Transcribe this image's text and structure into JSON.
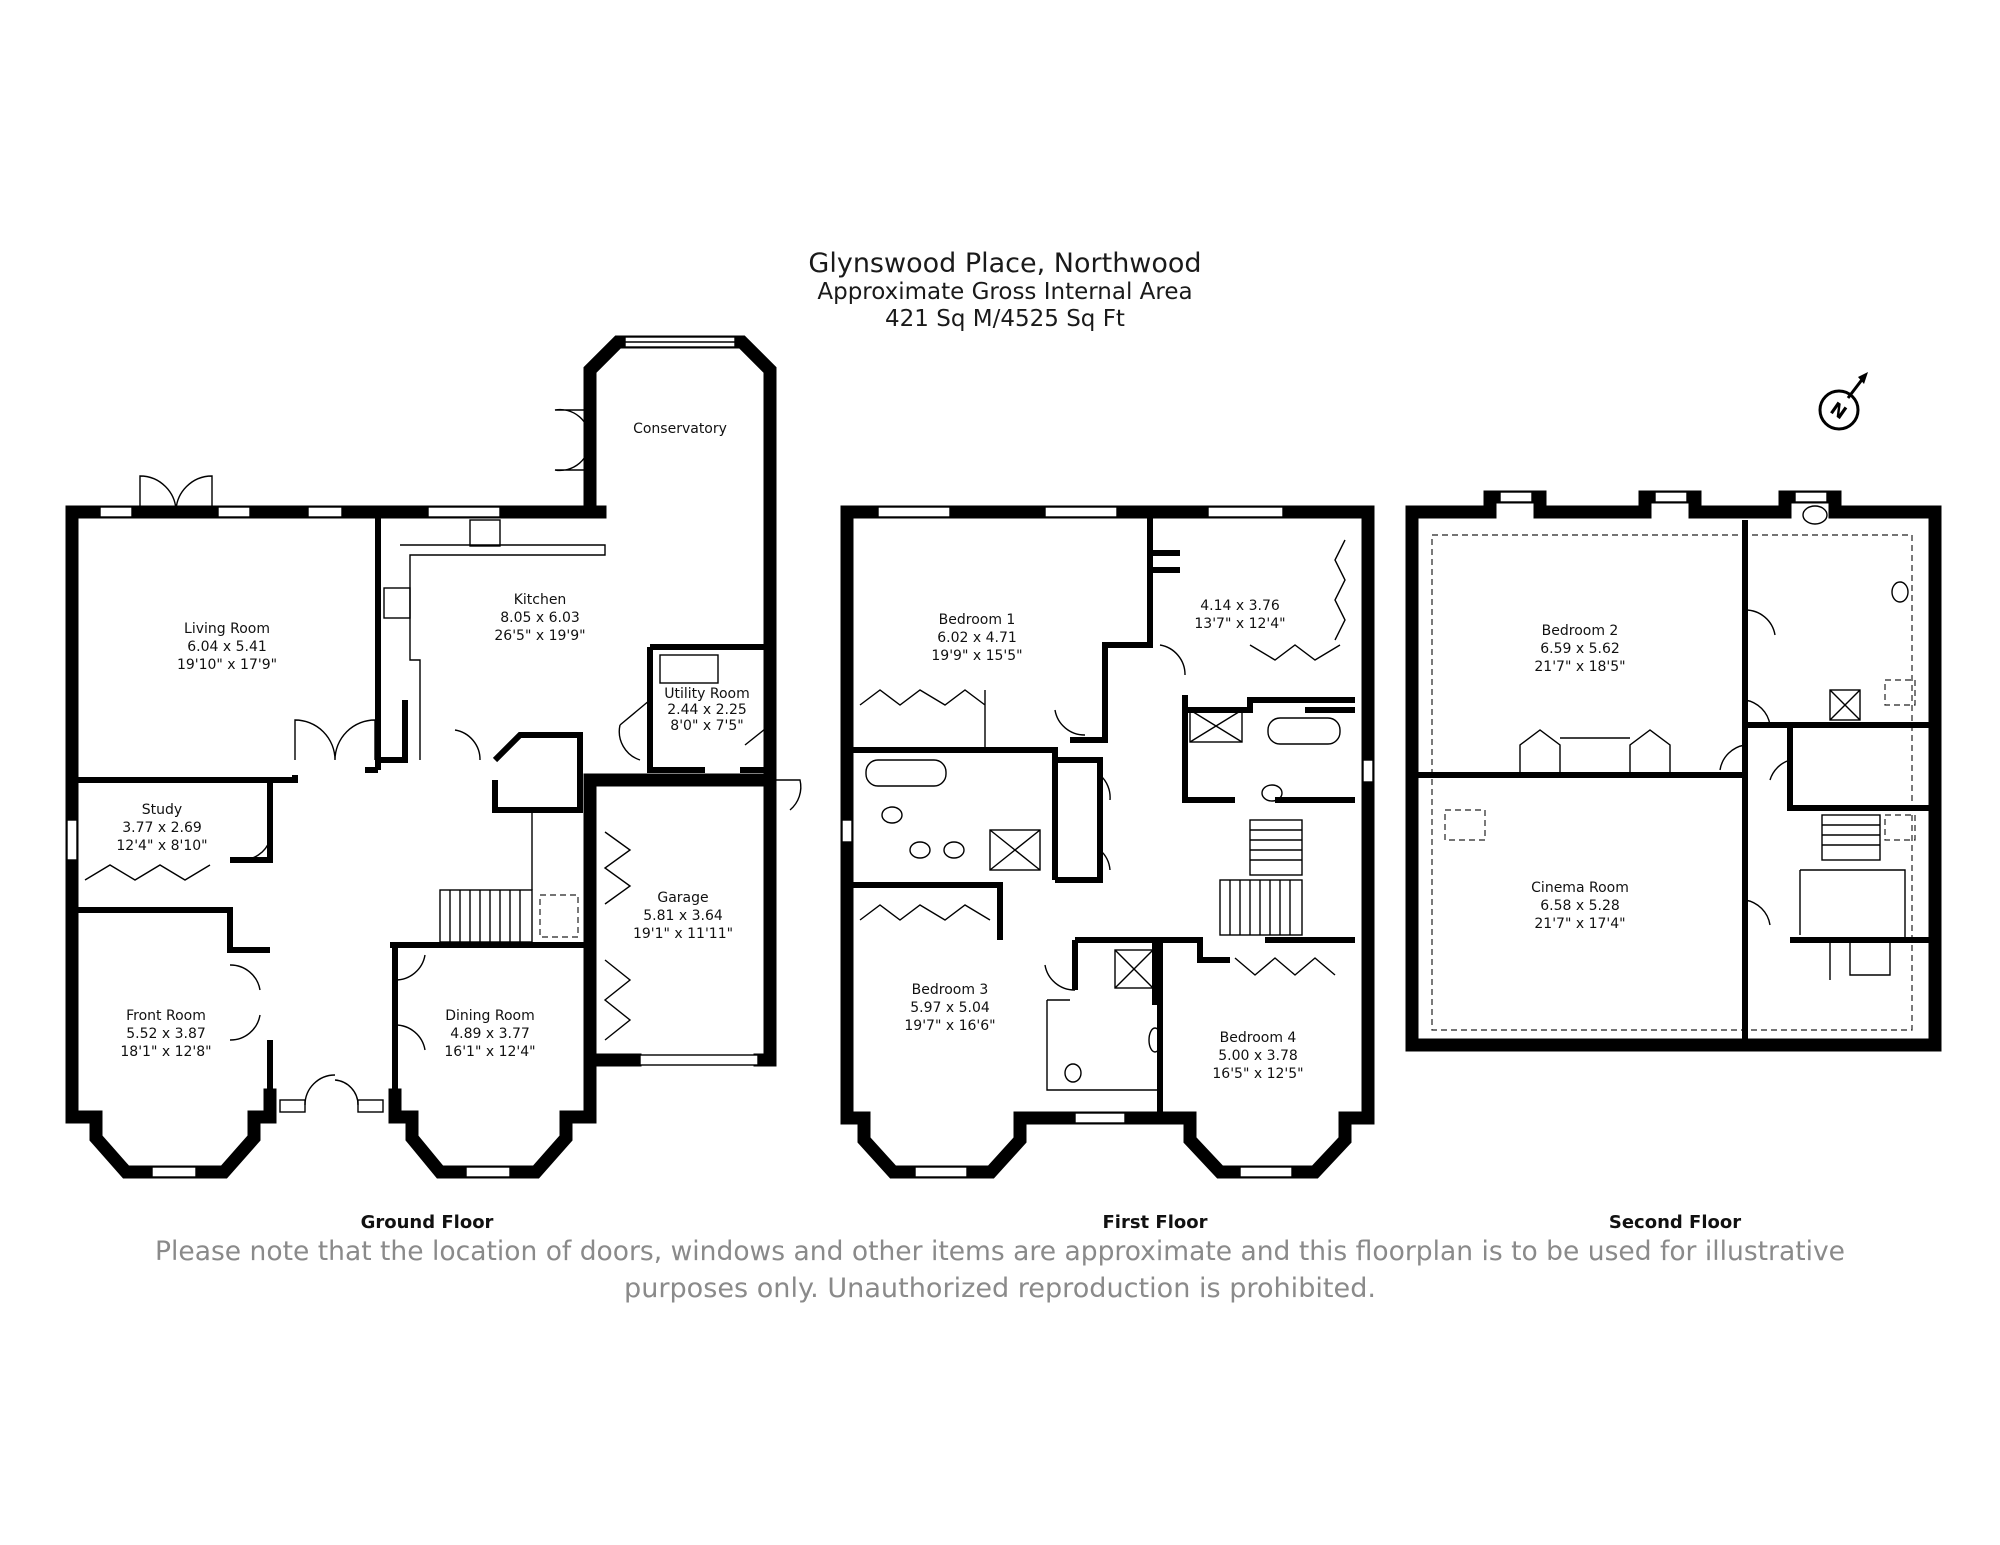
{
  "header": {
    "title": "Glynswood Place, Northwood",
    "subtitle": "Approximate Gross Internal Area",
    "area": "421 Sq M/4525 Sq Ft"
  },
  "compass": {
    "label": "N",
    "icon": "north-compass-icon"
  },
  "floors": {
    "ground": {
      "label": "Ground Floor",
      "rooms": {
        "conservatory": {
          "name": "Conservatory"
        },
        "kitchen": {
          "name": "Kitchen",
          "metric": "8.05 x 6.03",
          "imperial": "26'5\" x 19'9\""
        },
        "living": {
          "name": "Living Room",
          "metric": "6.04 x 5.41",
          "imperial": "19'10\" x 17'9\""
        },
        "utility": {
          "name": "Utility Room",
          "metric": "2.44 x 2.25",
          "imperial": "8'0\" x 7'5\""
        },
        "study": {
          "name": "Study",
          "metric": "3.77 x 2.69",
          "imperial": "12'4\" x 8'10\""
        },
        "garage": {
          "name": "Garage",
          "metric": "5.81 x 3.64",
          "imperial": "19'1\" x 11'11\""
        },
        "front": {
          "name": "Front Room",
          "metric": "5.52 x 3.87",
          "imperial": "18'1\" x 12'8\""
        },
        "dining": {
          "name": "Dining Room",
          "metric": "4.89 x 3.77",
          "imperial": "16'1\" x 12'4\""
        }
      }
    },
    "first": {
      "label": "First Floor",
      "rooms": {
        "bed1": {
          "name": "Bedroom 1",
          "metric": "6.02 x 4.71",
          "imperial": "19'9\" x 15'5\""
        },
        "unnamed": {
          "metric": "4.14 x 3.76",
          "imperial": "13'7\" x 12'4\""
        },
        "bed3": {
          "name": "Bedroom 3",
          "metric": "5.97 x 5.04",
          "imperial": "19'7\" x 16'6\""
        },
        "bed4": {
          "name": "Bedroom 4",
          "metric": "5.00 x 3.78",
          "imperial": "16'5\" x 12'5\""
        }
      }
    },
    "second": {
      "label": "Second Floor",
      "rooms": {
        "bed2": {
          "name": "Bedroom 2",
          "metric": "6.59 x 5.62",
          "imperial": "21'7\" x 18'5\""
        },
        "cinema": {
          "name": "Cinema Room",
          "metric": "6.58 x 5.28",
          "imperial": "21'7\" x 17'4\""
        }
      }
    }
  },
  "disclaimer": {
    "line1": "Please note that the location of doors, windows and other items are approximate and this floorplan is to be used for illustrative",
    "line2": "purposes only. Unauthorized reproduction is prohibited."
  }
}
